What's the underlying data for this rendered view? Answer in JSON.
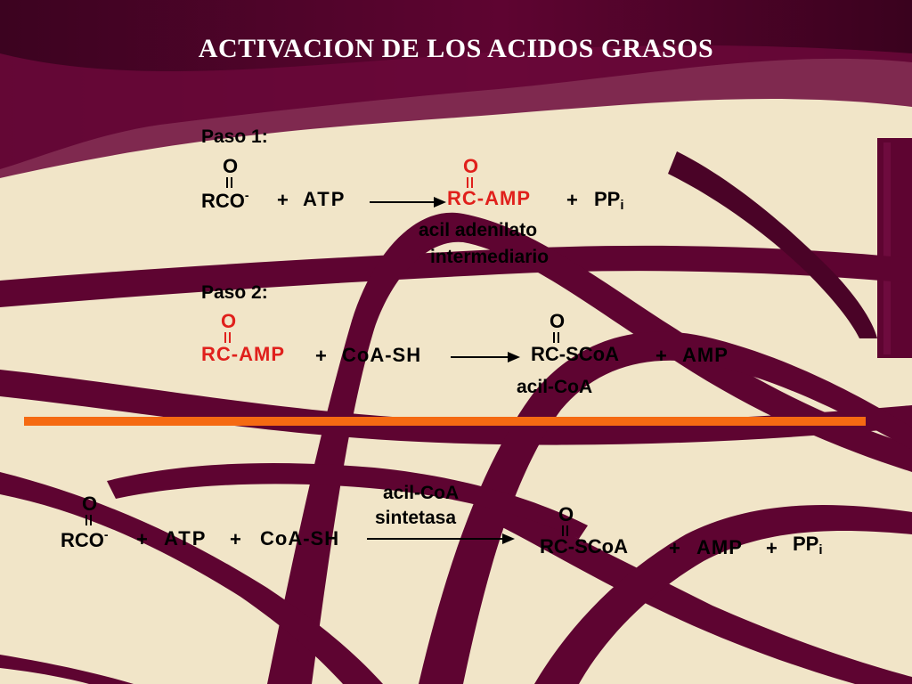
{
  "title": "ACTIVACION DE LOS ACIDOS GRASOS",
  "colors": {
    "ribbon": "#5e0431",
    "red": "#e0201c",
    "divider": "#f56a12",
    "bg": "#f1e5c8"
  },
  "step1": {
    "label": "Paso 1:",
    "o": "O",
    "reactant1_main": "RCO",
    "reactant1_charge": "-",
    "plus": "+",
    "reactant2": "ATP",
    "product1": "RC-AMP",
    "product2_main": "PP",
    "product2_sub": "i",
    "product_label_1": "acil adenilato",
    "product_label_2": "intermediario"
  },
  "step2": {
    "label": "Paso 2:",
    "o": "O",
    "reactant1": "RC-AMP",
    "plus": "+",
    "reactant2": "CoA-SH",
    "product1": "RC-SCoA",
    "product2": "AMP",
    "product_label": "acil-CoA"
  },
  "overall": {
    "o": "O",
    "reactant1_main": "RCO",
    "reactant1_charge": "-",
    "plus": "+",
    "reactant2": "ATP",
    "reactant3": "CoA-SH",
    "enzyme_1": "acil-CoA",
    "enzyme_2": "sintetasa",
    "product1": "RC-SCoA",
    "product2": "AMP",
    "product3_main": "PP",
    "product3_sub": "i"
  }
}
